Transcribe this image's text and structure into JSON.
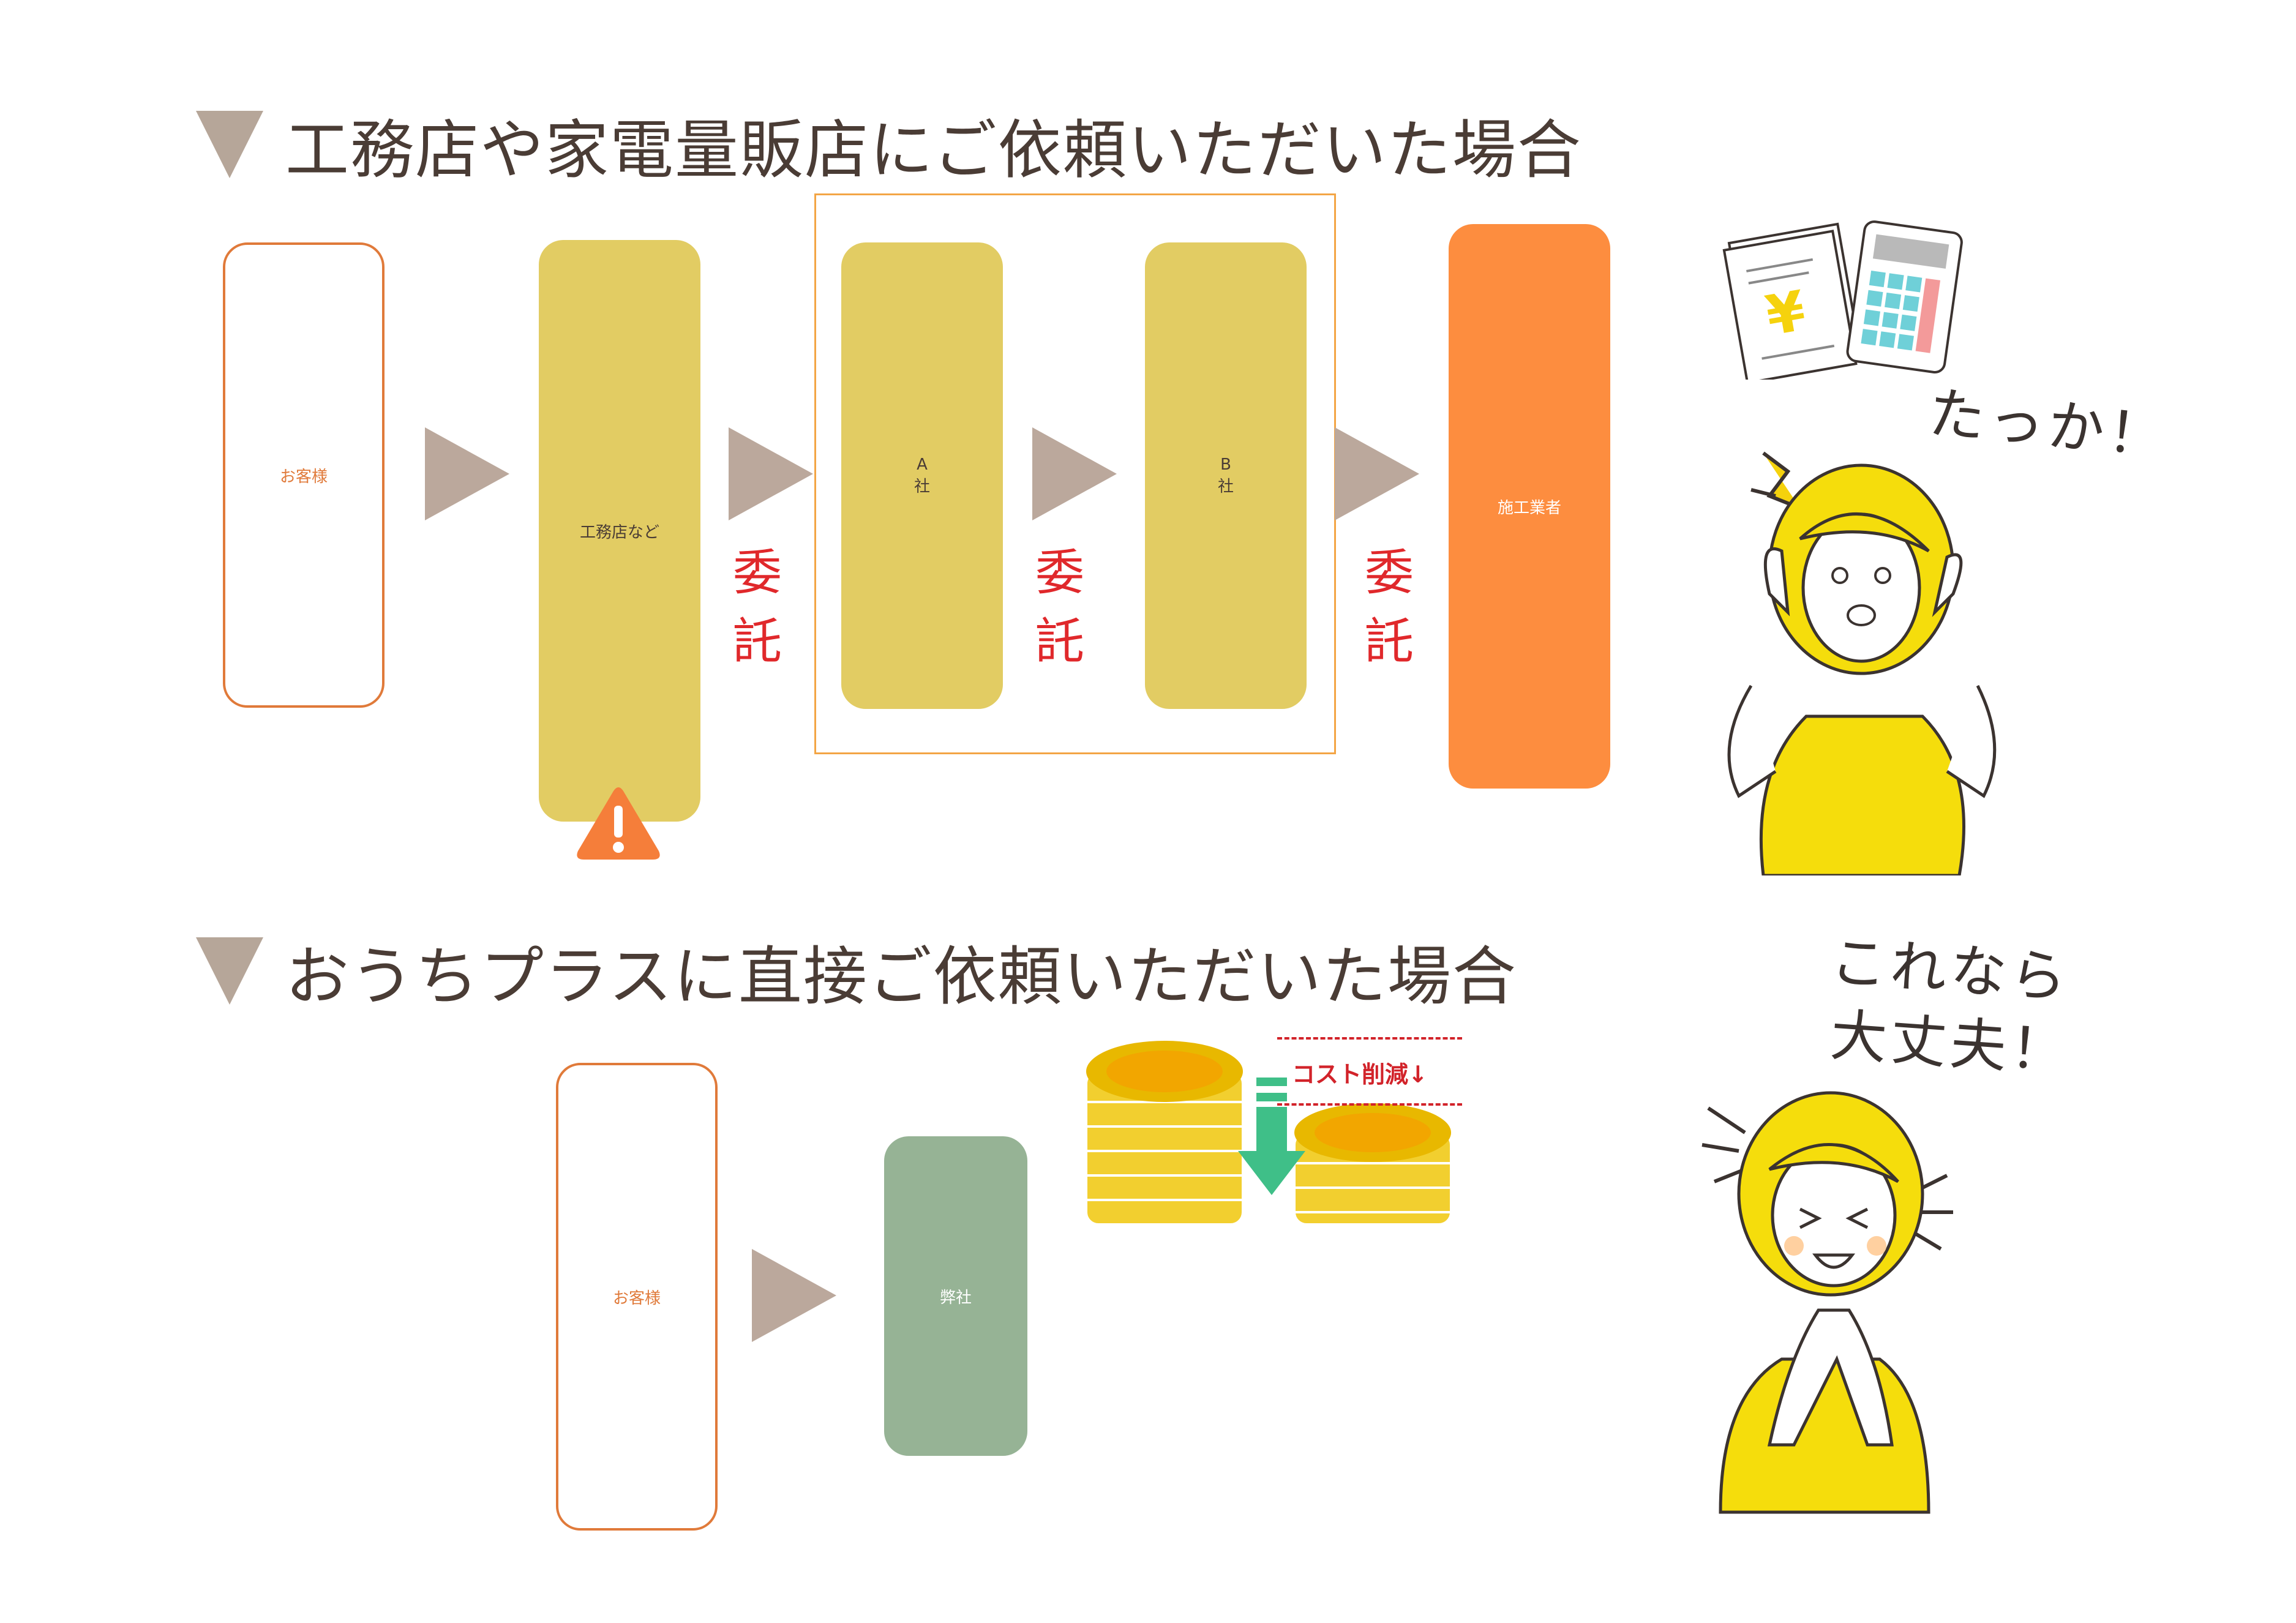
{
  "section1": {
    "heading": "工務店や家電量販店にご依頼いただいた場合",
    "customer": "お客様",
    "contractor": "工務店など",
    "company_a": [
      "A",
      "社"
    ],
    "company_b": [
      "B",
      "社"
    ],
    "builder": "施工業者",
    "itaku": [
      "委",
      "託"
    ],
    "exclaim": "たっか！",
    "warning_icon": "warning-icon",
    "yen_icon": "yen-document-icon"
  },
  "section2": {
    "heading": "おうちプラスに直接ご依頼いただいた場合",
    "customer": "お客様",
    "company": "弊社",
    "cost_label": "コスト削減↓",
    "relief_line1": "これなら",
    "relief_line2": "大丈夫！"
  },
  "colors": {
    "heading_triangle": "#b6a699",
    "arrow": "#bba89c",
    "yellow_box": "#e2cc63",
    "builder_box": "#fd8d3f",
    "our_company_box": "#96b395",
    "customer_border": "#e07a3a",
    "itaku_text": "#e0282b",
    "coin": "#e8c21a",
    "down_arrow": "#3fbf88"
  }
}
